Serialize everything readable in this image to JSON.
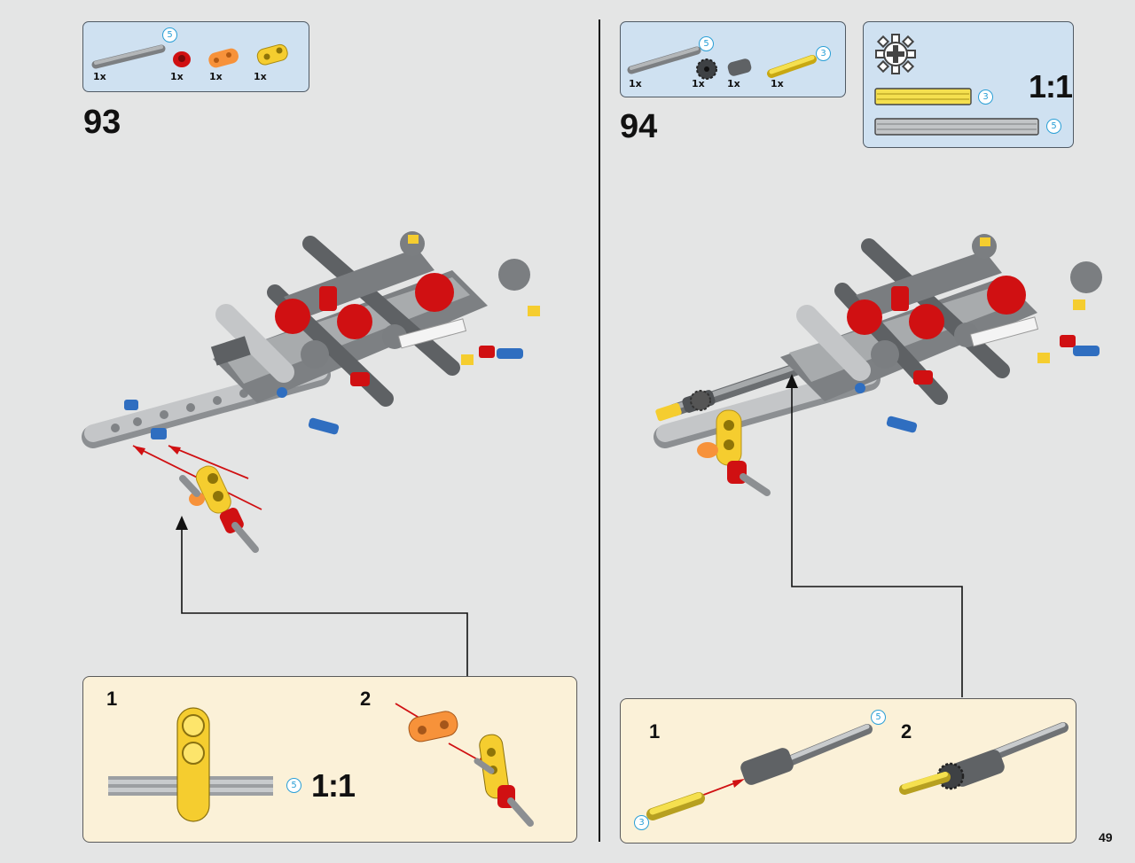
{
  "page_number": "49",
  "steps": [
    {
      "number": "93",
      "parts": [
        {
          "icon": "axle-5-gray",
          "qty": "1x",
          "length": "5"
        },
        {
          "icon": "bush-red",
          "qty": "1x"
        },
        {
          "icon": "beam-2-orange",
          "qty": "1x"
        },
        {
          "icon": "connector-yellow",
          "qty": "1x"
        }
      ],
      "substeps": [
        {
          "number": "1",
          "length": "5",
          "scale": "1:1"
        },
        {
          "number": "2"
        }
      ]
    },
    {
      "number": "94",
      "parts": [
        {
          "icon": "axle-5-gray",
          "qty": "1x",
          "length": "5"
        },
        {
          "icon": "gear-8-dark",
          "qty": "1x"
        },
        {
          "icon": "bushing-dark",
          "qty": "1x"
        },
        {
          "icon": "axle-3-yellow",
          "qty": "1x",
          "length": "3"
        }
      ],
      "ratio_box": {
        "scale": "1:1",
        "yellow_length": "3",
        "gray_length": "5"
      },
      "substeps": [
        {
          "number": "1",
          "length_top": "5",
          "length_bottom": "3"
        },
        {
          "number": "2"
        }
      ]
    }
  ],
  "colors": {
    "background": "#e4e5e5",
    "parts_box": "#cfe1f1",
    "sub_box": "#fbf1d8",
    "red": "#d01012",
    "yellow": "#f5cd2f",
    "orange": "#f7923a",
    "blue": "#2f6ec0",
    "dark_gray": "#6a6d70",
    "light_gray": "#b9bcbe",
    "length_marker": "#2a9fd6"
  }
}
